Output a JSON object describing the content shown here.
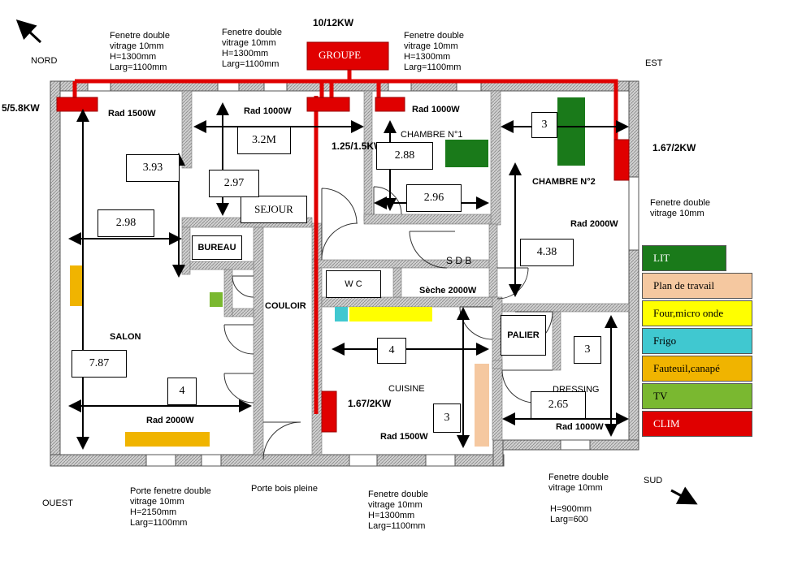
{
  "compass": {
    "north": "NORD",
    "east": "EST",
    "south": "SUD",
    "west": "OUEST"
  },
  "groupe": {
    "label": "GROUPE",
    "power": "10/12KW"
  },
  "windows": {
    "top_left": "Fenetre double\nvitrage 10mm\nH=1300mm\nLarg=1100mm",
    "top_mid": "Fenetre double\nvitrage 10mm\nH=1300mm\nLarg=1100mm",
    "top_right": "Fenetre double\nvitrage 10mm\nH=1300mm\nLarg=1100mm",
    "right_side": "Fenetre double\nvitrage 10mm",
    "bottom_left": "Porte fenetre double\nvitrage 10mm\nH=2150mm\nLarg=1100mm",
    "bottom_door": "Porte bois pleine",
    "bottom_mid": "Fenetre double\nvitrage 10mm\nH=1300mm\nLarg=1100mm",
    "bottom_right_a": "Fenetre double\nvitrage 10mm",
    "bottom_right_b": "H=900mm\nLarg=600"
  },
  "rooms": {
    "salon": "SALON",
    "sejour": "SEJOUR",
    "bureau": "BUREAU",
    "couloir": "COULOIR",
    "wc": "W C",
    "sdb": "S D B",
    "cuisine": "CUISINE",
    "chambre1": "CHAMBRE N°1",
    "chambre2": "CHAMBRE N°2",
    "palier": "PALIER",
    "dressing": "DRESSING"
  },
  "radiators": {
    "salon_top": "Rad 1500W",
    "sejour": "Rad 1000W",
    "chambre1": "Rad 1000W",
    "chambre2": "Rad 2000W",
    "sdb": "Sèche 2000W",
    "salon_bottom": "Rad 2000W",
    "cuisine": "Rad 1500W",
    "dressing": "Rad 1000W"
  },
  "powers": {
    "left": "5/5.8KW",
    "sejour": "1.25/1.5KW",
    "chambre2": "1.67/2KW",
    "cuisine": "1.67/2KW"
  },
  "dimensions": {
    "salon_h": "3.93",
    "sejour_w": "3.2M",
    "sejour_h": "2.97",
    "salon_w": "2.98",
    "salon_total": "7.87",
    "salon_bottom": "4",
    "chambre1_h": "2.88",
    "chambre1_w": "2.96",
    "chambre2_w": "3",
    "chambre2_h": "4.38",
    "cuisine_w": "4",
    "cuisine_h": "3",
    "dressing_h": "3",
    "dressing_w": "2.65"
  },
  "legend": [
    {
      "label": "LIT",
      "color": "#1a7a1a"
    },
    {
      "label": "Plan de travail",
      "color": "#f5c8a0"
    },
    {
      "label": "Four,micro onde",
      "color": "#ffff00"
    },
    {
      "label": "Frigo",
      "color": "#40c8d0"
    },
    {
      "label": "Fauteuil,canapé",
      "color": "#f0b400"
    },
    {
      "label": "TV",
      "color": "#7ab830"
    },
    {
      "label": "CLIM",
      "color": "#e00000"
    }
  ]
}
